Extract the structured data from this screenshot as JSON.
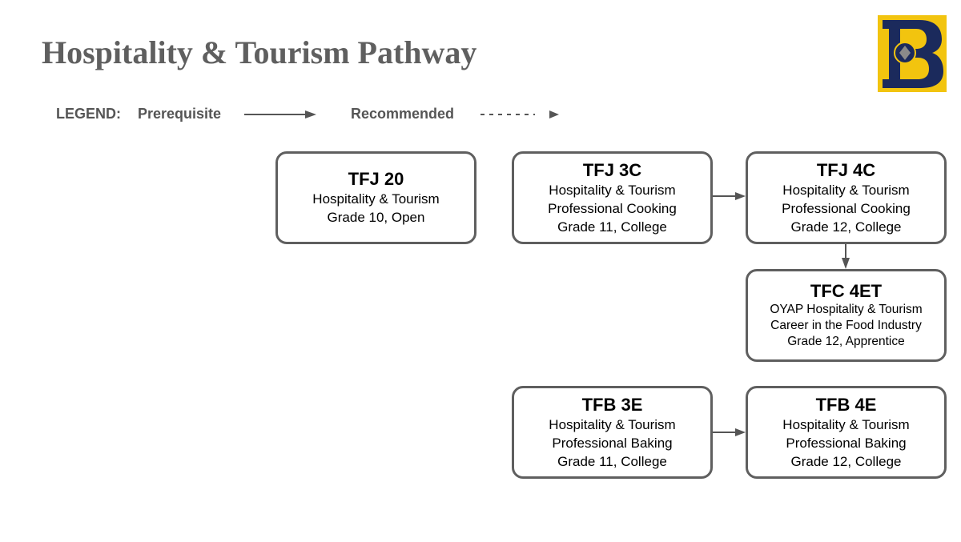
{
  "title": "Hospitality & Tourism Pathway",
  "legend": {
    "label": "LEGEND:",
    "prerequisite": "Prerequisite",
    "recommended": "Recommended"
  },
  "courses": {
    "tfj20": {
      "code": "TFJ 20",
      "lines": [
        "Hospitality & Tourism",
        "Grade 10, Open"
      ]
    },
    "tfj3c": {
      "code": "TFJ 3C",
      "lines": [
        "Hospitality & Tourism",
        "Professional Cooking",
        "Grade 11, College"
      ]
    },
    "tfj4c": {
      "code": "TFJ 4C",
      "lines": [
        "Hospitality & Tourism",
        "Professional Cooking",
        "Grade 12, College"
      ]
    },
    "tfc4et": {
      "code": "TFC 4ET",
      "lines": [
        "OYAP Hospitality & Tourism",
        "Career in the Food Industry",
        "Grade 12, Apprentice"
      ]
    },
    "tfb3e": {
      "code": "TFB 3E",
      "lines": [
        "Hospitality & Tourism",
        "Professional Baking",
        "Grade 11, College"
      ]
    },
    "tfb4e": {
      "code": "TFB 4E",
      "lines": [
        "Hospitality & Tourism",
        "Professional Baking",
        "Grade 12, College"
      ]
    }
  },
  "connections": [
    {
      "from": "TFJ 3C",
      "to": "TFJ 4C",
      "type": "prerequisite"
    },
    {
      "from": "TFJ 4C",
      "to": "TFC 4ET",
      "type": "prerequisite"
    },
    {
      "from": "TFB 3E",
      "to": "TFB 4E",
      "type": "prerequisite"
    }
  ],
  "colors": {
    "title": "#5f5f5f",
    "border": "#5f5f5f",
    "arrow": "#555555",
    "logo_yellow": "#f2c40f",
    "logo_navy": "#1b2a5c"
  },
  "logo_icon": "school-b-crest-logo"
}
